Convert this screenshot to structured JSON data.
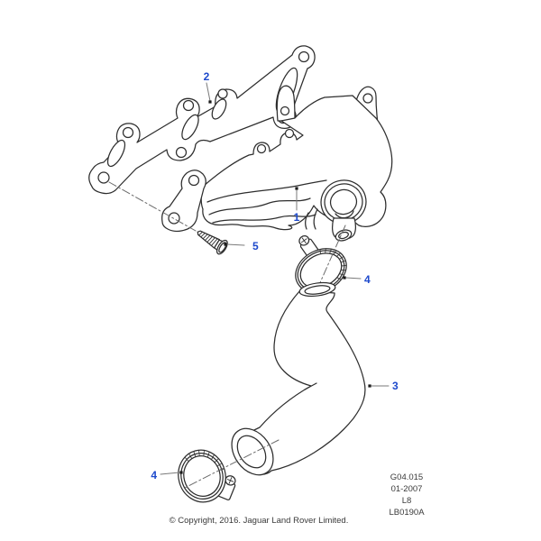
{
  "diagram": {
    "type": "exploded-parts-diagram",
    "subject": "exhaust-manifold-with-gasket-hose-and-clamps",
    "callouts": [
      {
        "label": "2",
        "part": "gasket"
      },
      {
        "label": "1",
        "part": "manifold"
      },
      {
        "label": "5",
        "part": "flanged-bolt"
      },
      {
        "label": "4",
        "part": "hose-clamp-upper"
      },
      {
        "label": "3",
        "part": "hose"
      },
      {
        "label": "4",
        "part": "hose-clamp-lower"
      }
    ],
    "colors": {
      "callout_blue": "#1d49cc",
      "line_art": "#2e2e2e",
      "leader_gray": "#7a7a7a",
      "background": "#ffffff"
    }
  },
  "footer": {
    "figure_code": "G04.015",
    "date_code": "01-2007",
    "engine_code": "L8",
    "image_code": "LB0190A",
    "copyright": "© Copyright, 2016. Jaguar Land Rover Limited."
  }
}
